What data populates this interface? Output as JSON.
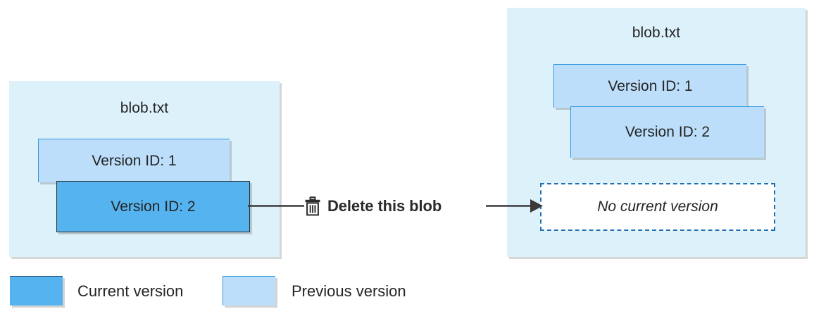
{
  "diagram": {
    "title_left": "blob.txt",
    "title_right": "blob.txt",
    "left_panel": {
      "name": "blob.txt",
      "versions": [
        {
          "label": "Version ID: 1",
          "state": "previous"
        },
        {
          "label": "Version ID: 2",
          "state": "current"
        }
      ]
    },
    "right_panel": {
      "name": "blob.txt",
      "versions": [
        {
          "label": "Version ID: 1",
          "state": "previous"
        },
        {
          "label": "Version ID: 2",
          "state": "previous"
        }
      ],
      "placeholder": "No current version"
    },
    "action": {
      "label": "Delete this blob",
      "icon": "trash-icon"
    }
  },
  "legend": {
    "items": [
      {
        "label": "Current version",
        "color": "#55b3ef"
      },
      {
        "label": "Previous version",
        "color": "#bcdefa"
      }
    ]
  },
  "colors": {
    "panel_background": "#ddf1fb",
    "current_version": "#55b3ef",
    "previous_version": "#bcdefa",
    "previous_border": "#2f96e0",
    "current_border": "#2e2e2e",
    "dashed_border": "#1e70b8",
    "connector": "#3a3a3a",
    "text": "#242424",
    "page_background": "#ffffff"
  }
}
